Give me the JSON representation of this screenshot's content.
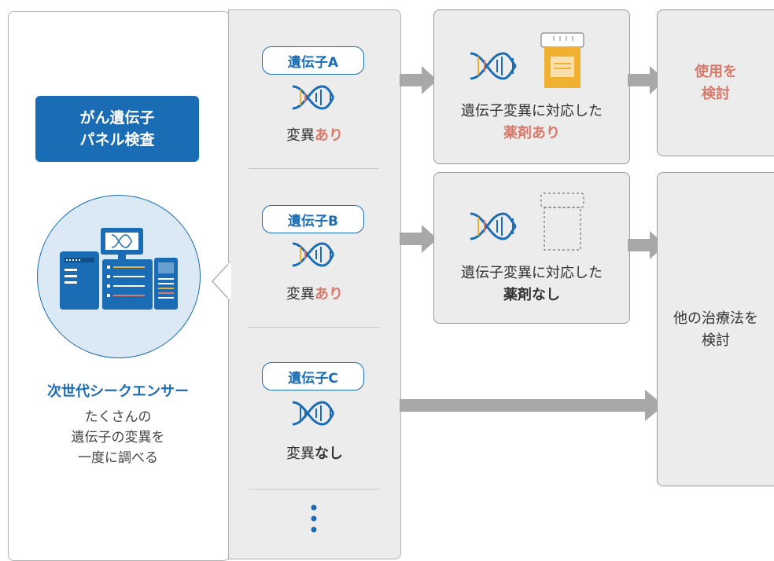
{
  "panel": {
    "title_line1": "がん遺伝子",
    "title_line2": "パネル検査",
    "sequencer_name": "次世代シークエンサー",
    "sequencer_desc": [
      "たくさんの",
      "遺伝子の変異を",
      "一度に調べる"
    ]
  },
  "genes": [
    {
      "label": "遺伝子A",
      "prefix": "変異",
      "status": "あり"
    },
    {
      "label": "遺伝子B",
      "prefix": "変異",
      "status": "あり"
    },
    {
      "label": "遺伝子C",
      "prefix": "変異",
      "status": "なし"
    }
  ],
  "drug_results": [
    {
      "line1": "遺伝子変異に対応した",
      "line2": "薬剤あり"
    },
    {
      "line1": "遺伝子変異に対応した",
      "line2": "薬剤なし"
    }
  ],
  "outcomes": {
    "use": {
      "line1": "使用を",
      "line2": "検討"
    },
    "other": {
      "line1": "他の治療法を",
      "line2": "検討"
    }
  },
  "colors": {
    "primary_blue": "#1a6cb4",
    "accent_red": "#d9796a",
    "panel_gray": "#ececec",
    "arrow_gray": "#a8a8a8",
    "jar_orange": "#f0b030"
  },
  "icons": [
    "dna-icon",
    "sequencer-machine-icon",
    "medicine-jar-icon",
    "empty-jar-icon",
    "vertical-ellipsis-icon"
  ]
}
